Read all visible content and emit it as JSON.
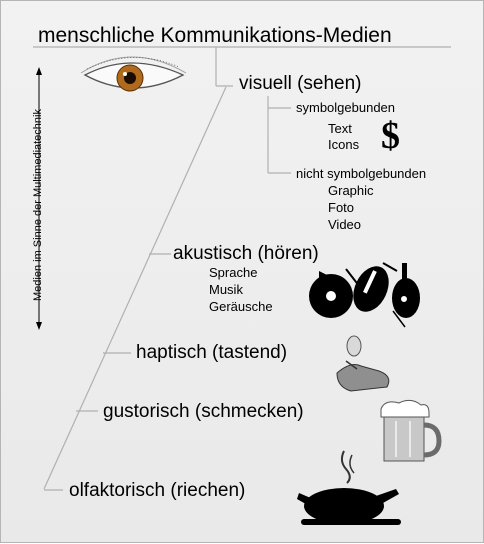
{
  "title": "menschliche Kommunikations-Medien",
  "side_label": "Medien im Sinne der Multimediatechnik",
  "categories": [
    {
      "label": "visuell (sehen)",
      "icon": "eye-icon"
    },
    {
      "label": "akustisch (hören)",
      "icon": "music-instruments-icon"
    },
    {
      "label": "haptisch (tastend)",
      "icon": "hand-icon"
    },
    {
      "label": "gustorisch (schmecken)",
      "icon": "beer-mug-icon"
    },
    {
      "label": "olfaktorisch (riechen)",
      "icon": "roast-chicken-icon"
    }
  ],
  "visual": {
    "symbolic": {
      "label": "symbolgebunden",
      "items": [
        "Text",
        "Icons"
      ],
      "icon_glyph": "$"
    },
    "non_symbolic": {
      "label": "nicht symbolgebunden",
      "items": [
        "Graphic",
        "Foto",
        "Video"
      ]
    }
  },
  "acoustic_items": [
    "Sprache",
    "Musik",
    "Geräusche"
  ],
  "colors": {
    "background": "#efefef",
    "lines": "#b0b0b0",
    "eye_iris": "#b06a1e"
  }
}
